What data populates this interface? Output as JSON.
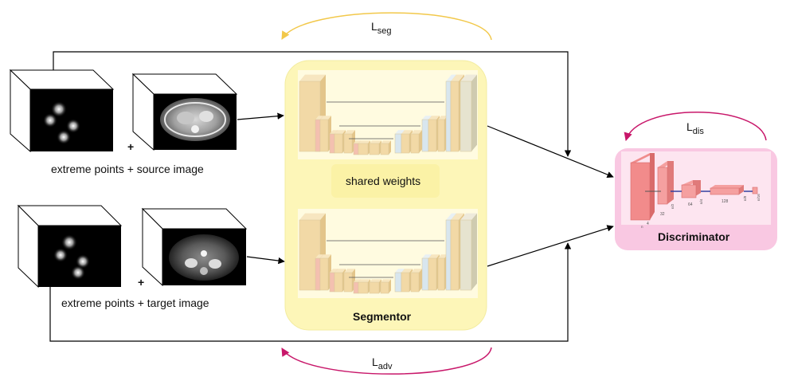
{
  "inputs": {
    "source_caption": "extreme points + source image",
    "target_caption": "extreme points + target image",
    "plus": "+"
  },
  "segmentor": {
    "title": "Segmentor",
    "shared_label": "shared weights"
  },
  "discriminator": {
    "title": "Discriminator",
    "channels": [
      "4",
      "32",
      "64",
      "128"
    ],
    "sizes": [
      "n",
      "n/2",
      "n/4",
      "n/8",
      "n/16"
    ]
  },
  "losses": {
    "seg": {
      "main": "L",
      "sub": "seg"
    },
    "adv": {
      "main": "L",
      "sub": "adv"
    },
    "dis": {
      "main": "L",
      "sub": "dis"
    }
  },
  "colors": {
    "segmentor_bg": "#fdf6b8",
    "segmentor_border": "#f3eca0",
    "shared_bg": "#fbf2a6",
    "discriminator_bg": "#f9c8e2",
    "seg_arc": "#f2c84a",
    "adv_arc": "#c8176a",
    "dis_arc": "#c8176a"
  }
}
